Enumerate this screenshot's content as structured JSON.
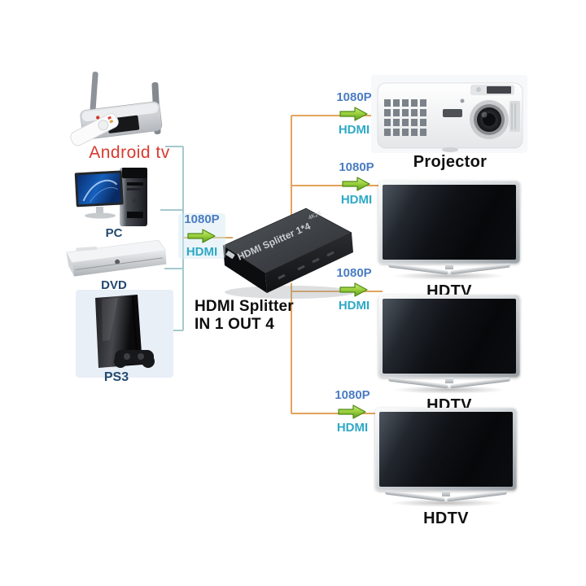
{
  "diagram": {
    "center_caption_line1": "HDMI Splitter",
    "center_caption_line2": "IN 1 OUT 4",
    "splitter_print": "HDMI Splitter 1*4",
    "splitter_badge": "4K2K"
  },
  "sources": [
    {
      "id": "android-tv",
      "label": "Android tv"
    },
    {
      "id": "pc",
      "label": "PC"
    },
    {
      "id": "dvd",
      "label": "DVD"
    },
    {
      "id": "ps3",
      "label": "PS3"
    }
  ],
  "outputs": [
    {
      "id": "projector",
      "label": "Projector"
    },
    {
      "id": "hdtv-1",
      "label": "HDTV"
    },
    {
      "id": "hdtv-2",
      "label": "HDTV"
    },
    {
      "id": "hdtv-3",
      "label": "HDTV"
    }
  ],
  "link_labels": {
    "resolution": "1080P",
    "cable": "HDMI"
  },
  "colors": {
    "input_line": "#a5c9cf",
    "input_feed_line": "#d7a963",
    "output_line": "#e2a35b",
    "resolution_text": "#4a7cc2",
    "hdmi_text": "#2fa9c6",
    "android_label": "#d93a30",
    "source_label": "#24496f",
    "display_label": "#111111",
    "arrow_fill_light": "#cdeb7a",
    "arrow_fill_mid": "#9ed23f",
    "arrow_fill_dark": "#5d9b1c",
    "arrow_outline": "#4e8a18"
  }
}
